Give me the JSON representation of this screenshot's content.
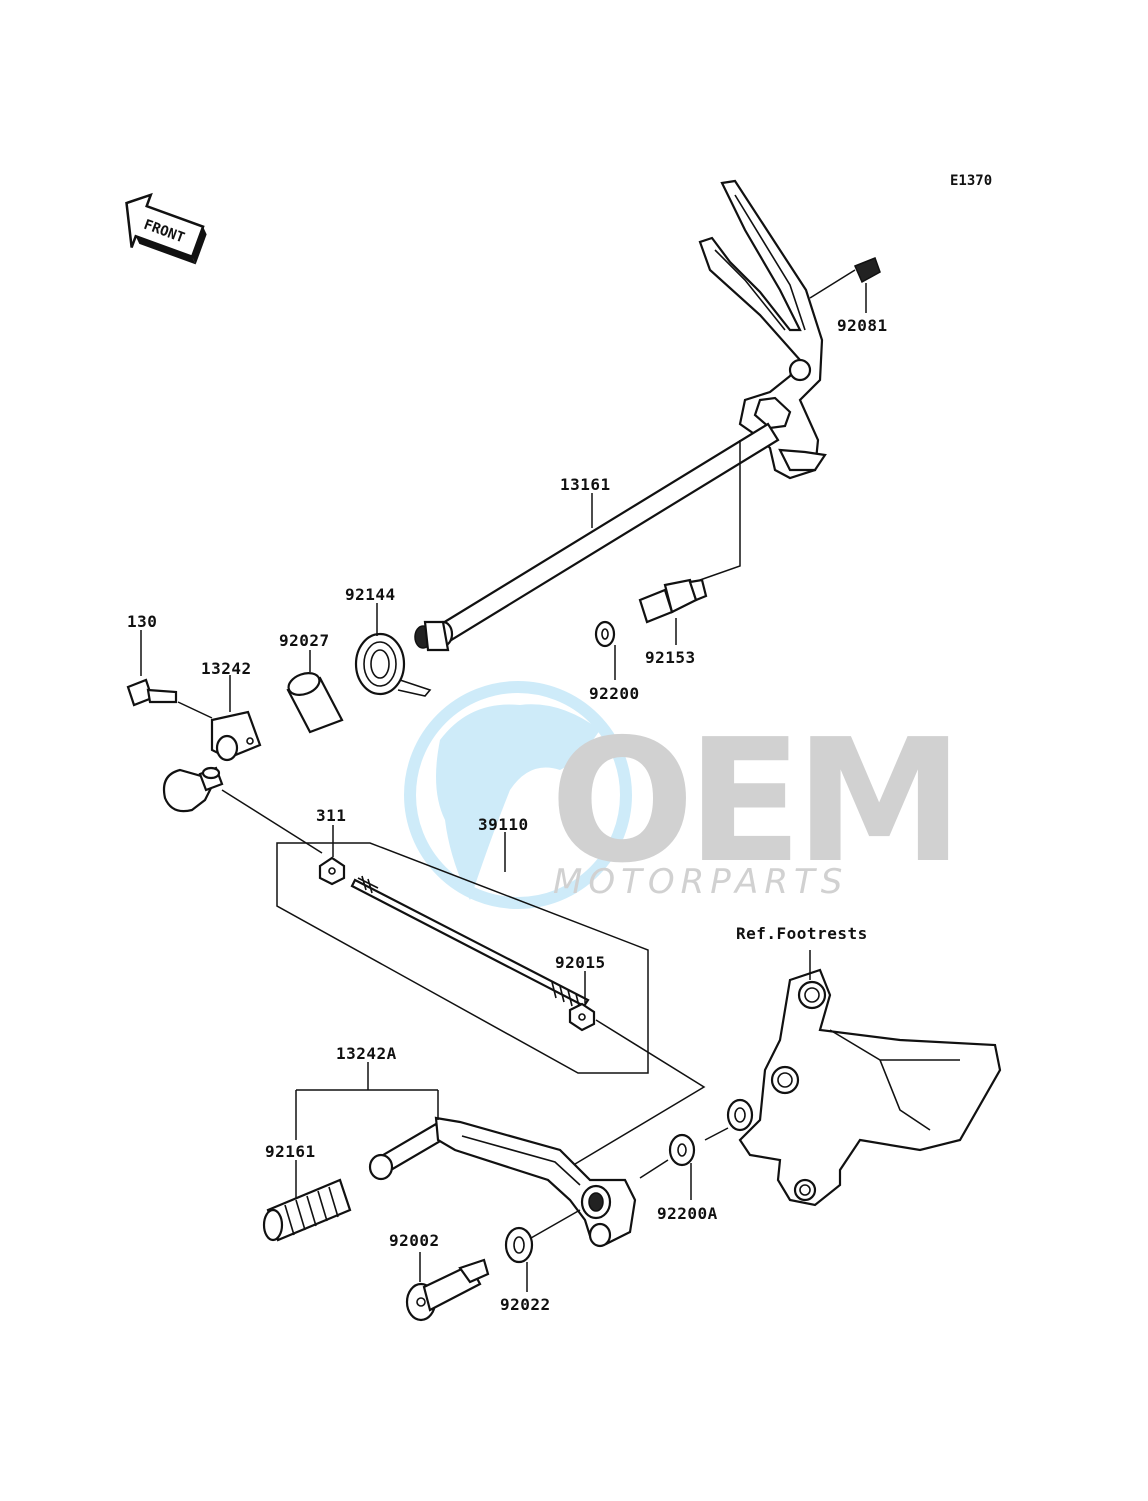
{
  "diagram": {
    "code": "E1370",
    "front_arrow_label": "FRONT",
    "ref_label": "Ref.Footrests",
    "parts": {
      "p92081": "92081",
      "p13161": "13161",
      "p92144": "92144",
      "p92027": "92027",
      "p130": "130",
      "p13242": "13242",
      "p92153": "92153",
      "p92200": "92200",
      "p311": "311",
      "p39110": "39110",
      "p92015": "92015",
      "p13242A": "13242A",
      "p92161": "92161",
      "p92002": "92002",
      "p92022": "92022",
      "p92200A": "92200A"
    }
  },
  "watermark": {
    "logo": "OEM",
    "tagline": "MOTORPARTS",
    "color_primary": "#cfcfcf",
    "color_globe": "#bfe4f5"
  }
}
